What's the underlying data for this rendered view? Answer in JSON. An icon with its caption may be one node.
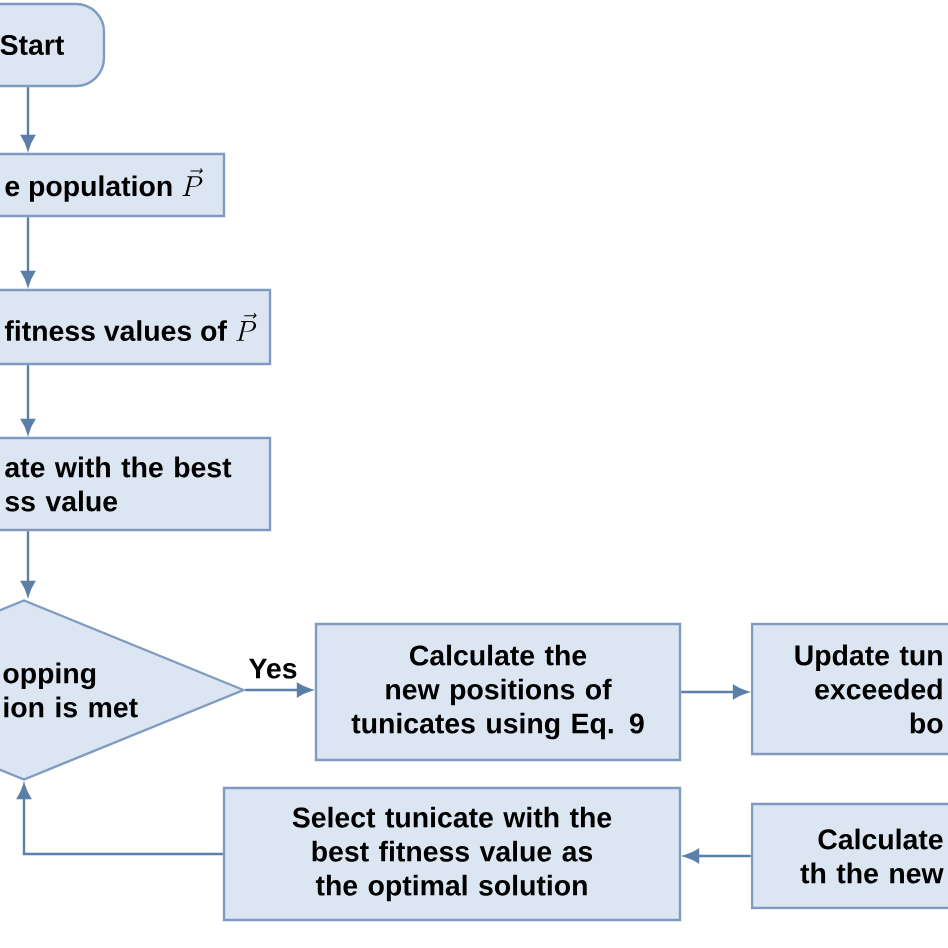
{
  "diagram": {
    "nodes": [
      {
        "text": [
          "Start"
        ]
      },
      {
        "text": [
          "e population",
          "\\vec{P}"
        ]
      },
      {
        "text": [
          "fitness values of",
          "\\vec{P}"
        ]
      },
      {
        "text": [
          "ate with the best ss value"
        ]
      },
      {
        "text": [
          "opping ion is met"
        ]
      },
      {
        "text": [
          "Calculate the new positions of tunicates using Eq. 9"
        ]
      },
      {
        "text": [
          "Update tun exceeded bo"
        ]
      },
      {
        "text": [
          "Select tunicate with the best fitness value as the optimal solution"
        ]
      },
      {
        "text": [
          "Calculate th the new"
        ]
      }
    ],
    "edges": [
      {
        "from": 0,
        "to": 1,
        "arrow": "to"
      },
      {
        "from": 1,
        "to": 2,
        "arrow": "to"
      },
      {
        "from": 2,
        "to": 3,
        "arrow": "to"
      },
      {
        "from": 3,
        "to": 4,
        "arrow": "to"
      },
      {
        "from": 4,
        "to": 5,
        "arrow": "to",
        "label": "Yes"
      },
      {
        "from": 5,
        "to": 6,
        "arrow": "to"
      },
      {
        "from": 8,
        "to": 7,
        "arrow": "to"
      },
      {
        "from": 7,
        "to": 4,
        "arrow": "to"
      }
    ]
  }
}
